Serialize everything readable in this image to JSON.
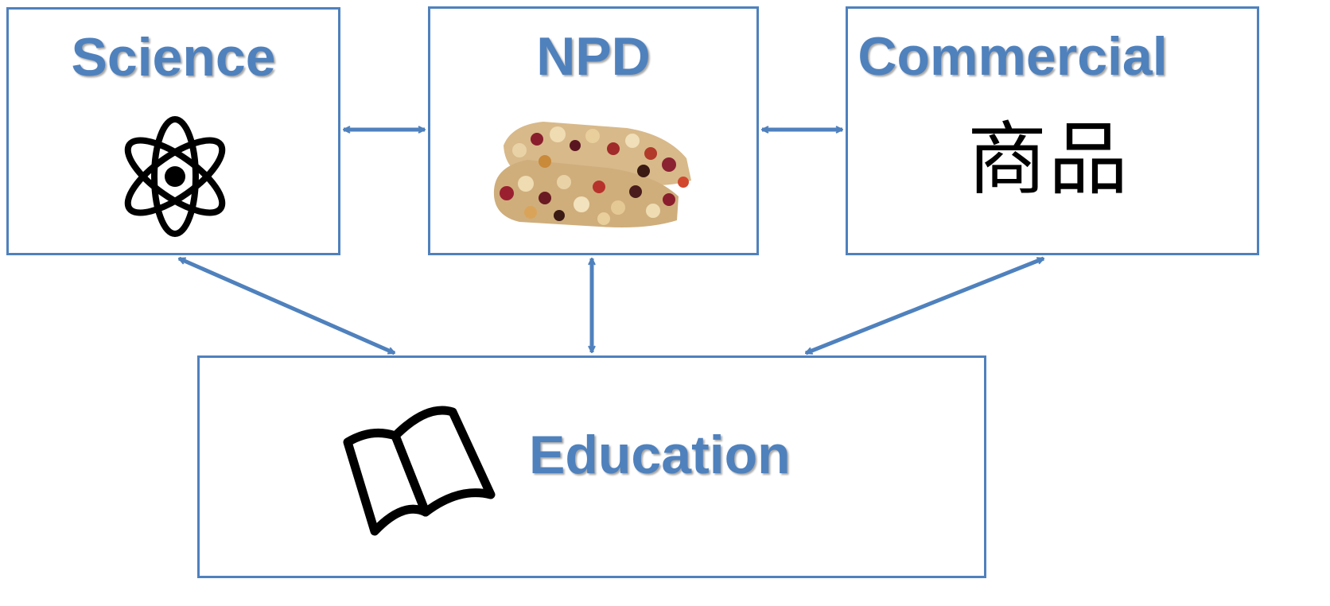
{
  "nodes": {
    "science": {
      "label": "Science",
      "icon": "atom-icon"
    },
    "npd": {
      "label": "NPD",
      "image": "granola-bar-image"
    },
    "commercial": {
      "label": "Commercial",
      "subtext": "商品"
    },
    "education": {
      "label": "Education",
      "icon": "open-book-icon"
    }
  },
  "edges": [
    {
      "from": "science",
      "to": "npd",
      "type": "bidirectional"
    },
    {
      "from": "npd",
      "to": "commercial",
      "type": "bidirectional"
    },
    {
      "from": "science",
      "to": "education",
      "type": "bidirectional"
    },
    {
      "from": "npd",
      "to": "education",
      "type": "bidirectional"
    },
    {
      "from": "commercial",
      "to": "education",
      "type": "bidirectional"
    }
  ],
  "colors": {
    "accent": "#4f81bd",
    "icon": "#000000"
  }
}
